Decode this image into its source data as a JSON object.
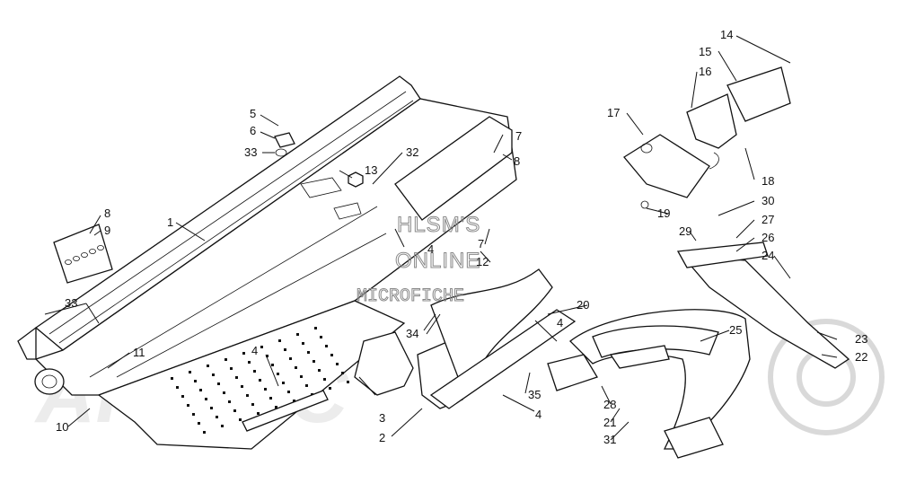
{
  "watermark": {
    "line1": "HLSM'S",
    "line2": "ONLINE",
    "line3": "MICROFICHE"
  },
  "callouts": [
    {
      "id": "1",
      "text": "1"
    },
    {
      "id": "2",
      "text": "2"
    },
    {
      "id": "3",
      "text": "3"
    },
    {
      "id": "4a",
      "text": "4"
    },
    {
      "id": "4b",
      "text": "4"
    },
    {
      "id": "4c",
      "text": "4"
    },
    {
      "id": "4d",
      "text": "4"
    },
    {
      "id": "5",
      "text": "5"
    },
    {
      "id": "6",
      "text": "6"
    },
    {
      "id": "7a",
      "text": "7"
    },
    {
      "id": "7b",
      "text": "7"
    },
    {
      "id": "8a",
      "text": "8"
    },
    {
      "id": "8b",
      "text": "8"
    },
    {
      "id": "9",
      "text": "9"
    },
    {
      "id": "10",
      "text": "10"
    },
    {
      "id": "11",
      "text": "11"
    },
    {
      "id": "12",
      "text": "12"
    },
    {
      "id": "13",
      "text": "13"
    },
    {
      "id": "14",
      "text": "14"
    },
    {
      "id": "15",
      "text": "15"
    },
    {
      "id": "16",
      "text": "16"
    },
    {
      "id": "17",
      "text": "17"
    },
    {
      "id": "18",
      "text": "18"
    },
    {
      "id": "19",
      "text": "19"
    },
    {
      "id": "20",
      "text": "20"
    },
    {
      "id": "21",
      "text": "21"
    },
    {
      "id": "22",
      "text": "22"
    },
    {
      "id": "23",
      "text": "23"
    },
    {
      "id": "24",
      "text": "24"
    },
    {
      "id": "25",
      "text": "25"
    },
    {
      "id": "26",
      "text": "26"
    },
    {
      "id": "27",
      "text": "27"
    },
    {
      "id": "28",
      "text": "28"
    },
    {
      "id": "29",
      "text": "29"
    },
    {
      "id": "30",
      "text": "30"
    },
    {
      "id": "31",
      "text": "31"
    },
    {
      "id": "32",
      "text": "32"
    },
    {
      "id": "33a",
      "text": "33"
    },
    {
      "id": "33b",
      "text": "33"
    },
    {
      "id": "34",
      "text": "34"
    },
    {
      "id": "35",
      "text": "35"
    }
  ]
}
